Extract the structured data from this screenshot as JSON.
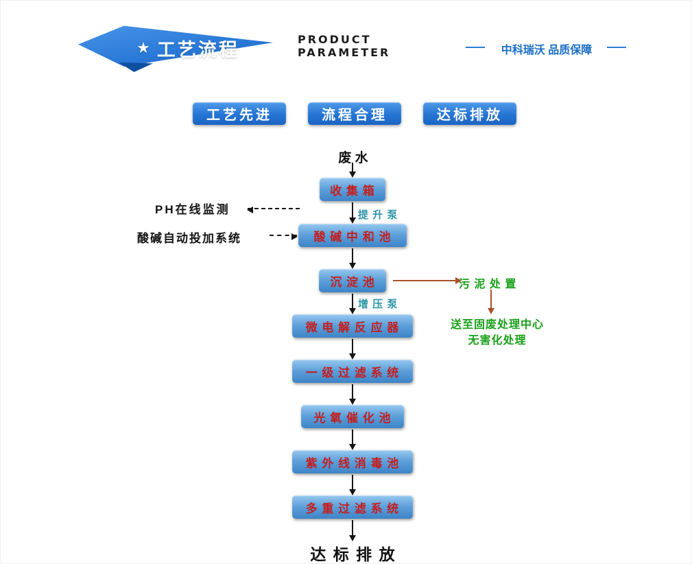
{
  "header": {
    "banner": {
      "star": "★",
      "title": "工艺流程"
    },
    "subtitle": "PRODUCT PARAMETER",
    "brand": "中科瑞沃  品质保障"
  },
  "badges": [
    {
      "label": "工艺先进"
    },
    {
      "label": "流程合理"
    },
    {
      "label": "达标排放"
    }
  ],
  "flow": {
    "source": "废 水",
    "steps": [
      {
        "label": "收 集 箱"
      },
      {
        "label": "酸 碱 中 和 池"
      },
      {
        "label": "沉 淀 池"
      },
      {
        "label": "微 电 解 反 应 器"
      },
      {
        "label": "一 级 过 滤 系 统"
      },
      {
        "label": "光 氧 催 化 池"
      },
      {
        "label": "紫 外 线 消 毒 池"
      },
      {
        "label": "多 重 过 滤 系 统"
      }
    ],
    "pumps": {
      "lift": "提 升 泵",
      "boost": "增 压 泵"
    },
    "left_annotations": {
      "ph_monitor": "PH在线监测",
      "dosing_system": "酸碱自动投加系统"
    },
    "right_annotations": {
      "sludge": "污 泥 处 置",
      "dest_line1": "送至固废处理中心",
      "dest_line2": "无害化处理"
    },
    "outcome": "达 标 排 放"
  },
  "colors": {
    "banner_blue": "#2a7ad8",
    "box_blue_top": "#96c8ef",
    "box_blue_bottom": "#3d84c8",
    "box_text_red": "#c41f1f",
    "pump_teal": "#2d96a8",
    "note_green": "#17a017",
    "sludge_arrow_brown": "#a8502a",
    "brand_blue": "#1a6ec5"
  }
}
